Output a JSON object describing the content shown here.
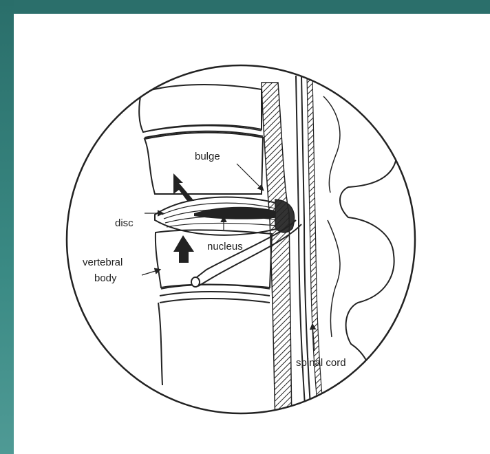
{
  "labels": {
    "bulge": "bulge",
    "disc": "disc",
    "nucleus": "nucleus",
    "vertebral": "vertebral",
    "body": "body",
    "spinal_cord": "spinal cord"
  },
  "colors": {
    "frame": "#2f7b76",
    "slide_background": "#ffffff",
    "ink": "#222222"
  }
}
